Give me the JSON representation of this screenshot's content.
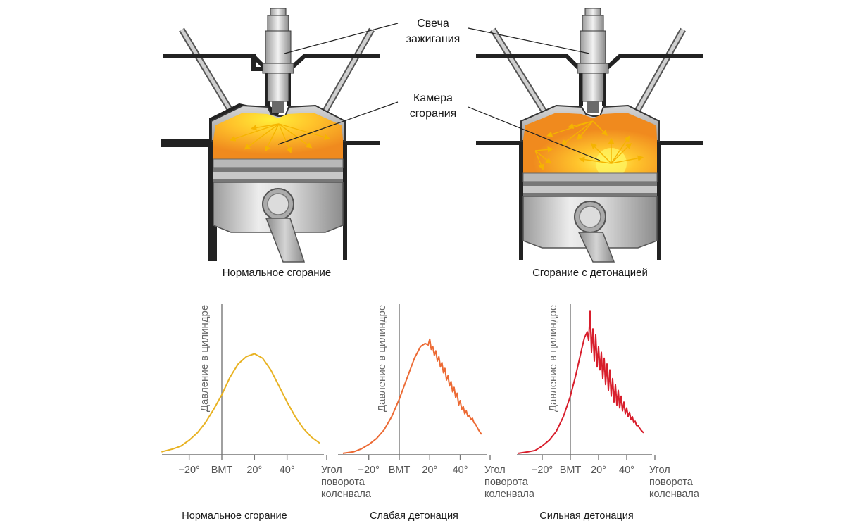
{
  "labels": {
    "spark_plug": [
      "Свеча",
      "зажигания"
    ],
    "combustion_chamber": [
      "Камера",
      "сгорания"
    ]
  },
  "captions": {
    "normal": "Нормальное сгорание",
    "detonation": "Сгорание с детонацией"
  },
  "colors": {
    "flame_outer": "#f08a1e",
    "flame_inner": "#ffe52a",
    "normal_curve": "#e8b222",
    "weak_curve": "#ec6a34",
    "strong_curve": "#d81e2c",
    "structure": "#222222"
  },
  "chart_data": [
    {
      "type": "line",
      "title": "Нормальное сгорание",
      "ylabel": "Давление в цилиндре",
      "xlabel": [
        "Угол",
        "поворота",
        "коленвала"
      ],
      "xticks": [
        "−20°",
        "BMT",
        "20°",
        "40°"
      ],
      "xtick_values": [
        -20,
        0,
        20,
        40
      ],
      "xlim": [
        -37,
        60
      ],
      "ylim": [
        0,
        1
      ],
      "series": [
        {
          "color": "#e8b222",
          "x": [
            -37,
            -30,
            -25,
            -20,
            -15,
            -10,
            -5,
            0,
            5,
            10,
            15,
            20,
            25,
            30,
            35,
            40,
            45,
            50,
            55,
            60
          ],
          "y": [
            0.02,
            0.04,
            0.06,
            0.1,
            0.15,
            0.22,
            0.31,
            0.41,
            0.53,
            0.62,
            0.67,
            0.69,
            0.66,
            0.58,
            0.47,
            0.36,
            0.26,
            0.18,
            0.12,
            0.08
          ]
        }
      ]
    },
    {
      "type": "line",
      "title": "Слабая детонация",
      "ylabel": "Давление в цилиндре",
      "xlabel": [
        "Угол",
        "поворота",
        "коленвала"
      ],
      "xticks": [
        "−20°",
        "BMT",
        "20°",
        "40°"
      ],
      "xtick_values": [
        -20,
        0,
        20,
        40
      ],
      "xlim": [
        -37,
        55
      ],
      "ylim": [
        0,
        1
      ],
      "series": [
        {
          "color": "#ec6a34",
          "x": [
            -37,
            -30,
            -25,
            -20,
            -15,
            -10,
            -5,
            0,
            5,
            10,
            14,
            17,
            19,
            20,
            21,
            22,
            23,
            24,
            25,
            26,
            27,
            28,
            29,
            30,
            31,
            32,
            33,
            34,
            35,
            36,
            37,
            38,
            39,
            40,
            41,
            42,
            43,
            44,
            45,
            46,
            47,
            48,
            49,
            50,
            52,
            54
          ],
          "y": [
            0.01,
            0.02,
            0.04,
            0.07,
            0.11,
            0.17,
            0.26,
            0.38,
            0.52,
            0.66,
            0.74,
            0.76,
            0.75,
            0.79,
            0.72,
            0.74,
            0.68,
            0.71,
            0.64,
            0.67,
            0.6,
            0.63,
            0.56,
            0.59,
            0.51,
            0.54,
            0.47,
            0.5,
            0.43,
            0.46,
            0.39,
            0.42,
            0.34,
            0.37,
            0.31,
            0.33,
            0.28,
            0.3,
            0.26,
            0.27,
            0.24,
            0.25,
            0.22,
            0.21,
            0.17,
            0.14
          ]
        }
      ]
    },
    {
      "type": "line",
      "title": "Сильная детонация",
      "ylabel": "Давление в цилиндре",
      "xlabel": [
        "Угол",
        "поворота",
        "коленвала"
      ],
      "xticks": [
        "−20°",
        "BMT",
        "20°",
        "40°"
      ],
      "xtick_values": [
        -20,
        0,
        20,
        40
      ],
      "xlim": [
        -37,
        55
      ],
      "ylim": [
        0,
        1
      ],
      "series": [
        {
          "color": "#d81e2c",
          "x": [
            -37,
            -30,
            -25,
            -20,
            -15,
            -10,
            -5,
            0,
            4,
            8,
            10,
            12,
            13,
            14,
            15,
            16,
            17,
            18,
            19,
            20,
            21,
            22,
            23,
            24,
            25,
            26,
            27,
            28,
            29,
            30,
            31,
            32,
            33,
            34,
            35,
            36,
            37,
            38,
            39,
            40,
            41,
            42,
            43,
            44,
            45,
            46,
            47,
            48,
            50,
            52
          ],
          "y": [
            0.01,
            0.02,
            0.03,
            0.06,
            0.1,
            0.16,
            0.26,
            0.4,
            0.55,
            0.72,
            0.8,
            0.84,
            0.78,
            0.98,
            0.7,
            0.86,
            0.64,
            0.82,
            0.6,
            0.74,
            0.58,
            0.7,
            0.52,
            0.66,
            0.48,
            0.62,
            0.44,
            0.58,
            0.4,
            0.52,
            0.36,
            0.48,
            0.34,
            0.44,
            0.32,
            0.4,
            0.3,
            0.36,
            0.28,
            0.32,
            0.26,
            0.29,
            0.24,
            0.26,
            0.22,
            0.23,
            0.2,
            0.2,
            0.17,
            0.15
          ]
        }
      ]
    }
  ]
}
